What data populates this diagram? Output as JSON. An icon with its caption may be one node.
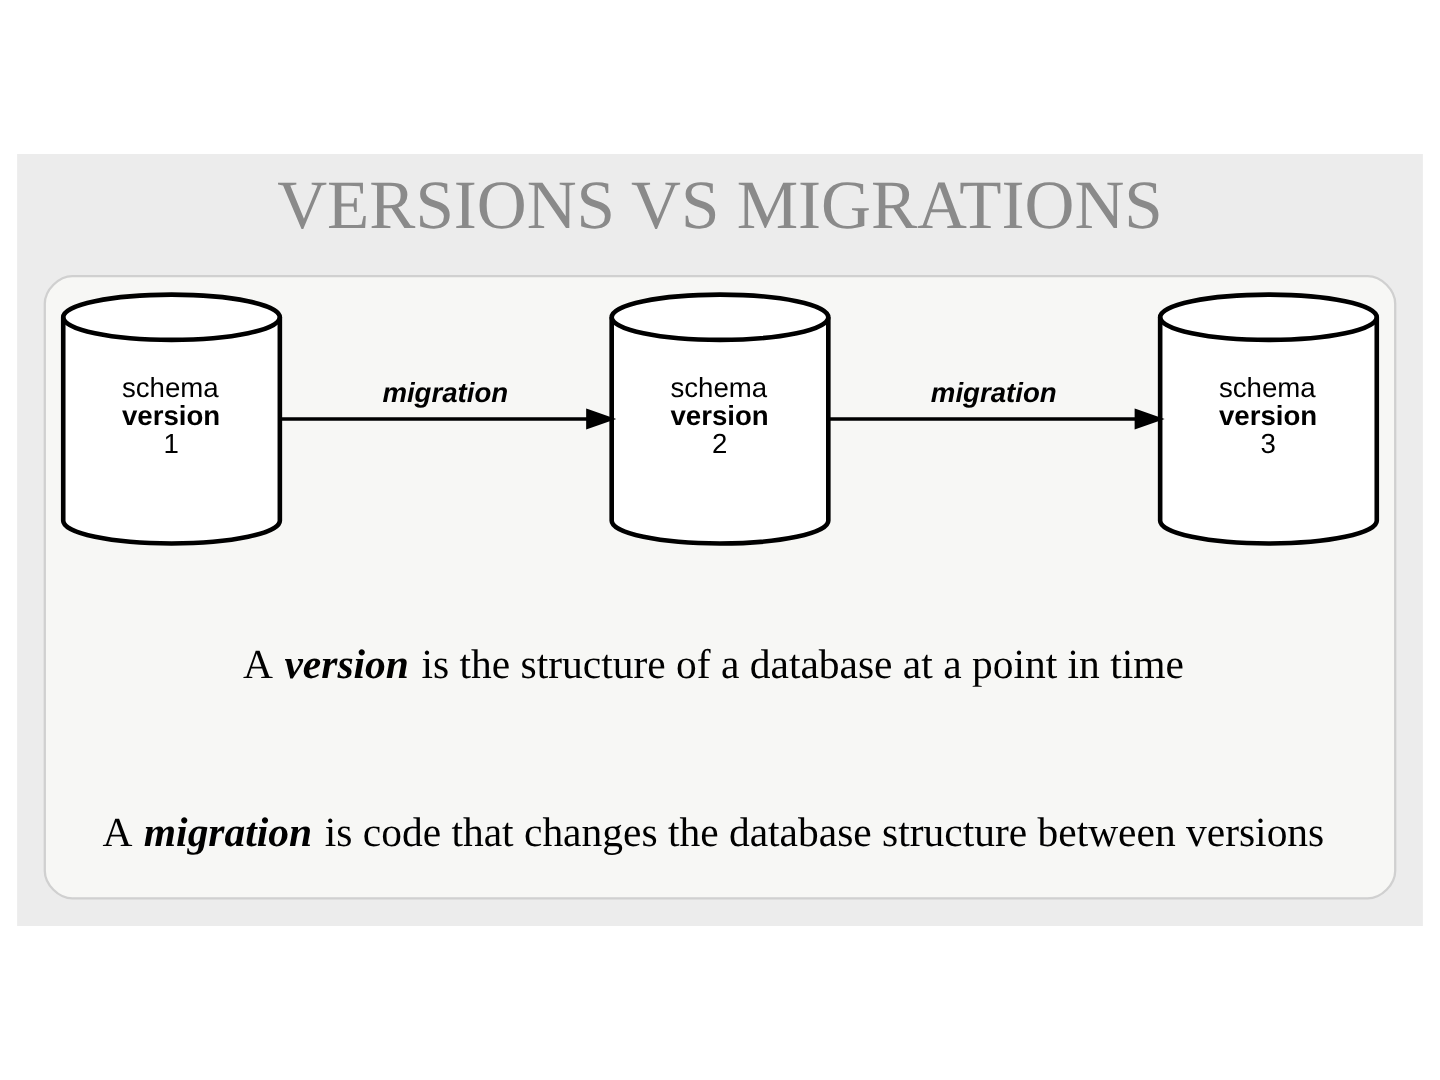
{
  "diagram": {
    "title": "VERSIONS VS MIGRATIONS",
    "nodes": [
      {
        "text": [],
        "shape": "box"
      },
      {
        "text": [
          "schema **version** 1"
        ],
        "in": 0
      },
      {
        "text": [
          "schema **version** 2"
        ],
        "in": 0
      },
      {
        "text": [
          "schema **version** 3"
        ],
        "in": 0
      }
    ],
    "edges": [
      {
        "from": 1,
        "to": 2,
        "arrow": "to",
        "label": "migration"
      },
      {
        "from": 2,
        "to": 3,
        "arrow": "to",
        "label": "migration"
      }
    ],
    "labels": [
      "A *version* is the structure of a database at a point in time",
      "A *migration* is code that changes the database structure between versions"
    ]
  }
}
